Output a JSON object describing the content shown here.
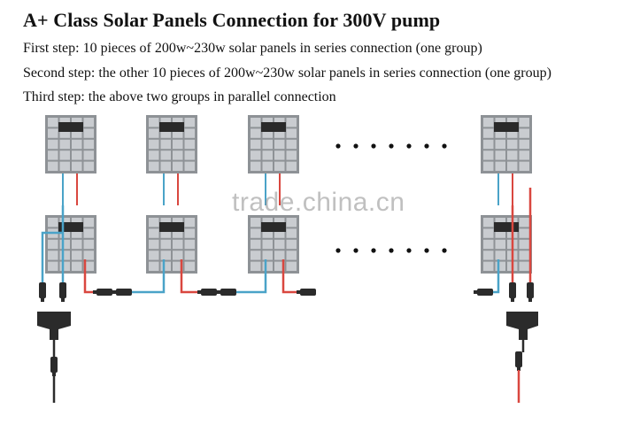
{
  "title": "A+ Class Solar Panels Connection for 300V pump",
  "steps": [
    "First step: 10 pieces of 200w~230w solar panels in series connection (one group)",
    "Second step: the other 10 pieces of 200w~230w solar panels in series connection (one group)",
    "Third step: the above two groups in parallel connection"
  ],
  "watermark": "trade.china.cn",
  "colors": {
    "panel_frame": "#8e9296",
    "panel_cell": "#c9ccd0",
    "junction_box": "#2a2a2a",
    "positive_cable": "#d9473f",
    "negative_cable": "#4aa3c8",
    "connector": "#2b2b2b"
  },
  "icons": [
    "solar-panel-icon",
    "junction-box-icon",
    "mc4-connector-icon",
    "y-branch-connector-icon",
    "ellipsis-dots"
  ]
}
